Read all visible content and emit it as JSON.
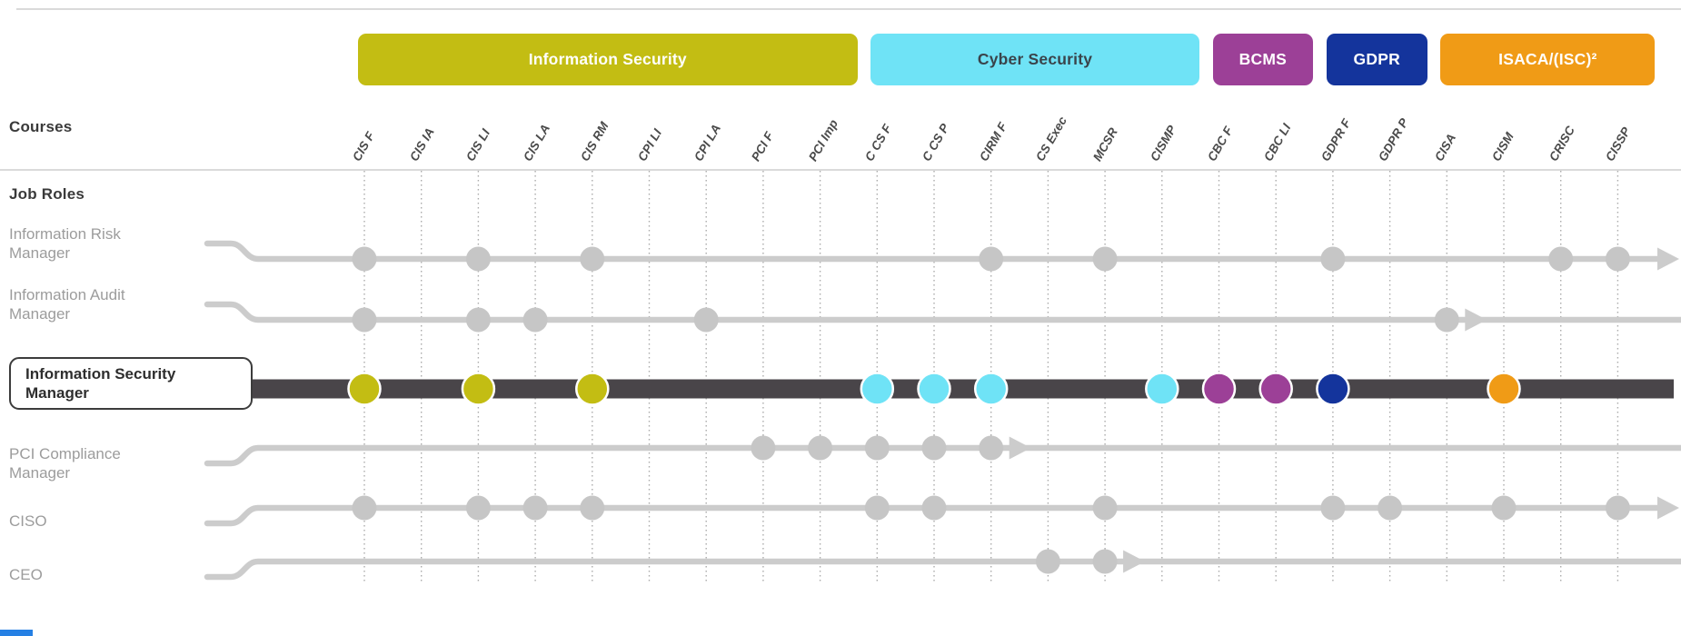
{
  "header": {
    "courses_label": "Courses",
    "job_roles_label": "Job Roles"
  },
  "categories": [
    {
      "label": "Information Security",
      "color": "#c3bd13",
      "text_color": "#ffffff",
      "first_course": "CIS F",
      "last_course": "PCI Imp"
    },
    {
      "label": "Cyber Security",
      "color": "#6fe3f6",
      "text_color": "#3a444b",
      "first_course": "C CS F",
      "last_course": "CISMP"
    },
    {
      "label": "BCMS",
      "color": "#9c4097",
      "text_color": "#ffffff",
      "first_course": "CBC F",
      "last_course": "CBC LI"
    },
    {
      "label": "GDPR",
      "color": "#14349c",
      "text_color": "#ffffff",
      "first_course": "GDPR F",
      "last_course": "GDPR P"
    },
    {
      "label": "ISACA/(ISC)²",
      "color": "#f09b16",
      "text_color": "#ffffff",
      "first_course": "CISA",
      "last_course": "CISSP"
    }
  ],
  "courses": [
    "CIS F",
    "CIS IA",
    "CIS LI",
    "CIS LA",
    "CIS RM",
    "CPI LI",
    "CPI LA",
    "PCI F",
    "PCI Imp",
    "C CS F",
    "C CS P",
    "CIRM F",
    "CS Exec",
    "MCSR",
    "CISMP",
    "CBC F",
    "CBC LI",
    "GDPR F",
    "GDPR P",
    "CISA",
    "CISM",
    "CRISC",
    "CISSP"
  ],
  "job_roles": [
    {
      "label_lines": [
        "Information Risk",
        "Manager"
      ],
      "highlighted": false,
      "position": "above",
      "courses": [
        "CIS F",
        "CIS LI",
        "CIS RM",
        "CIRM F",
        "MCSR",
        "GDPR F",
        "CRISC",
        "CISSP"
      ],
      "end_arrow": true,
      "mid_arrow_after": null
    },
    {
      "label_lines": [
        "Information Audit",
        "Manager"
      ],
      "highlighted": false,
      "position": "above",
      "courses": [
        "CIS F",
        "CIS LI",
        "CIS LA",
        "CPI LA",
        "CISA"
      ],
      "end_arrow": false,
      "mid_arrow_after": "CISA"
    },
    {
      "label_lines": [
        "Information Security",
        "Manager"
      ],
      "highlighted": true,
      "position": "center",
      "courses": [
        "CIS F",
        "CIS LI",
        "CIS RM",
        "C CS F",
        "C CS P",
        "CIRM F",
        "CISMP",
        "CBC F",
        "CBC LI",
        "GDPR F",
        "CISM"
      ],
      "end_arrow": false,
      "mid_arrow_after": null
    },
    {
      "label_lines": [
        "PCI Compliance",
        "Manager"
      ],
      "highlighted": false,
      "position": "below",
      "courses": [
        "PCI F",
        "PCI Imp",
        "C CS F",
        "C CS P",
        "CIRM F"
      ],
      "end_arrow": false,
      "mid_arrow_after": "CIRM F"
    },
    {
      "label_lines": [
        "CISO"
      ],
      "highlighted": false,
      "position": "below",
      "courses": [
        "CIS F",
        "CIS LI",
        "CIS LA",
        "CIS RM",
        "C CS F",
        "C CS P",
        "MCSR",
        "GDPR F",
        "GDPR P",
        "CISM",
        "CISSP"
      ],
      "end_arrow": true,
      "mid_arrow_after": null
    },
    {
      "label_lines": [
        "CEO"
      ],
      "highlighted": false,
      "position": "below",
      "courses": [
        "CS Exec",
        "MCSR"
      ],
      "end_arrow": false,
      "mid_arrow_after": "MCSR"
    }
  ],
  "styles": {
    "grey_line": "#cccccc",
    "grey_dot": "#c6c6c6",
    "track_bar": "#494549",
    "dotted_grid": "#ababab",
    "rule": "#dadada",
    "role_label": "#9c9c9c",
    "heading": "#3a3a3a",
    "accent_strip": "#2580e4"
  }
}
